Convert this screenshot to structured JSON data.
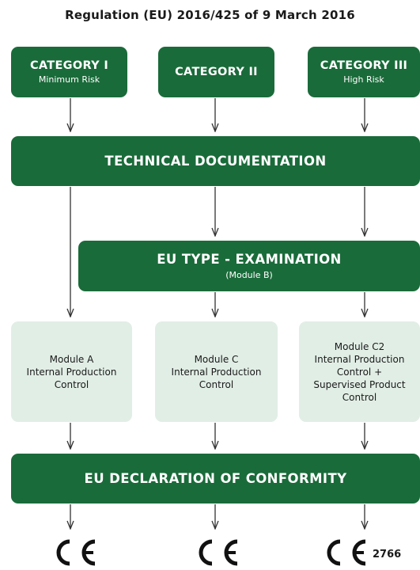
{
  "title": "Regulation (EU) 2016/425 of 9 March 2016",
  "categories": [
    {
      "label": "CATEGORY I",
      "sub": "Minimum Risk"
    },
    {
      "label": "CATEGORY II",
      "sub": ""
    },
    {
      "label": "CATEGORY III",
      "sub": "High Risk"
    }
  ],
  "technical_documentation": "TECHNICAL DOCUMENTATION",
  "type_examination": {
    "label": "EU TYPE - EXAMINATION",
    "sub": "(Module B)"
  },
  "modules": [
    {
      "lines": [
        "Module A",
        "Internal Production",
        "Control"
      ]
    },
    {
      "lines": [
        "Module C",
        "Internal Production",
        "Control"
      ]
    },
    {
      "lines": [
        "Module C2",
        "Internal Production",
        "Control +",
        "Supervised Product",
        "Control"
      ]
    }
  ],
  "declaration": "EU DECLARATION OF CONFORMITY",
  "ce_marks": [
    {
      "symbol": "CE",
      "number": ""
    },
    {
      "symbol": "CE",
      "number": ""
    },
    {
      "symbol": "CE",
      "number": "2766"
    }
  ],
  "colors": {
    "dark_green": "#1a6b3a",
    "light_green": "#e1eee6",
    "arrow": "#333333"
  }
}
